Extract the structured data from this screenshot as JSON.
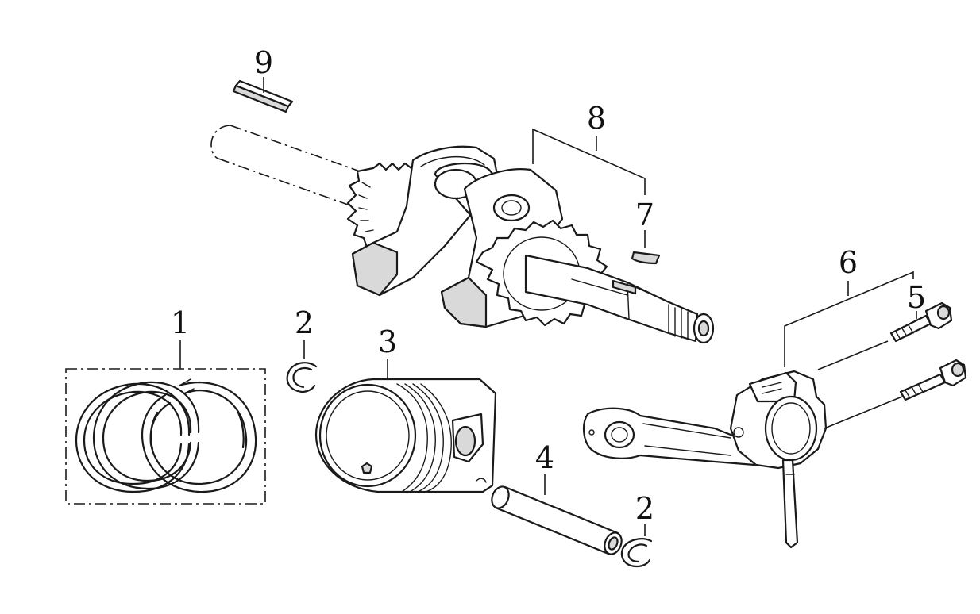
{
  "callouts": [
    {
      "key": "piston_rings",
      "number": "1"
    },
    {
      "key": "circlip_left",
      "number": "2"
    },
    {
      "key": "piston",
      "number": "3"
    },
    {
      "key": "piston_pin",
      "number": "4"
    },
    {
      "key": "circlip_right",
      "number": "2"
    },
    {
      "key": "bolt",
      "number": "5"
    },
    {
      "key": "connecting_rod",
      "number": "6"
    },
    {
      "key": "woodruff_key",
      "number": "7"
    },
    {
      "key": "crankshaft",
      "number": "8"
    },
    {
      "key": "key",
      "number": "9"
    }
  ]
}
